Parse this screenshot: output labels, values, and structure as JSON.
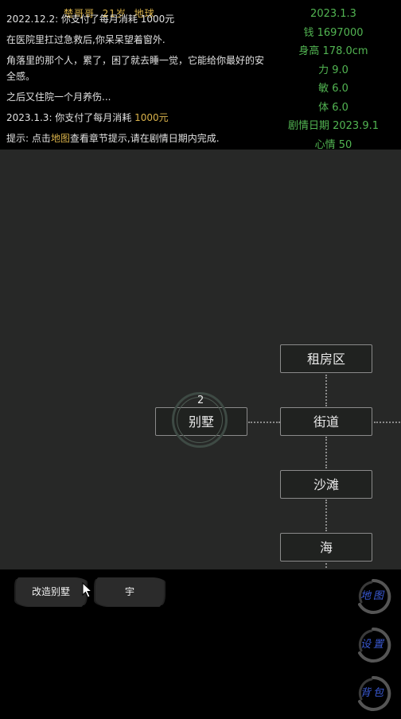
{
  "header": {
    "name": "楚哥哥",
    "age": "21岁",
    "location": "地球"
  },
  "log": {
    "cut_line": "2022.12.2: 你支付了每月消耗 1000元",
    "lines": [
      "在医院里扛过急救后,你呆呆望着窗外.",
      "角落里的那个人，累了，困了就去睡一觉，它能给你最好的安全感。",
      "之后又住院一个月养伤..."
    ],
    "pay_text": "2023.1.3: 你支付了每月消耗 ",
    "pay_amount": "1000元",
    "tip_prefix": "提示: 点击",
    "tip_link": "地图",
    "tip_suffix": "查看章节提示,请在剧情日期内完成."
  },
  "stats": {
    "date": "2023.1.3",
    "money": "钱 1697000",
    "height": "身高 178.0cm",
    "strength": "力 9.0",
    "agility": "敏 6.0",
    "stamina": "体 6.0",
    "plot_date": "剧情日期 2023.9.1",
    "mood": "心情 50"
  },
  "map": {
    "nodes": {
      "rental": "租房区",
      "villa": "别墅",
      "street": "街道",
      "beach": "沙滩",
      "sea": "海"
    },
    "villa_badge": "2"
  },
  "actions": {
    "renovate": "改造别墅",
    "yu": "宇"
  },
  "side_buttons": {
    "map": "地图",
    "settings": "设置",
    "backpack": "背包"
  },
  "colors": {
    "gold": "#d9b24a",
    "green": "#52b552",
    "map_bg": "#272827",
    "button_blue": "#3b5bd6"
  }
}
